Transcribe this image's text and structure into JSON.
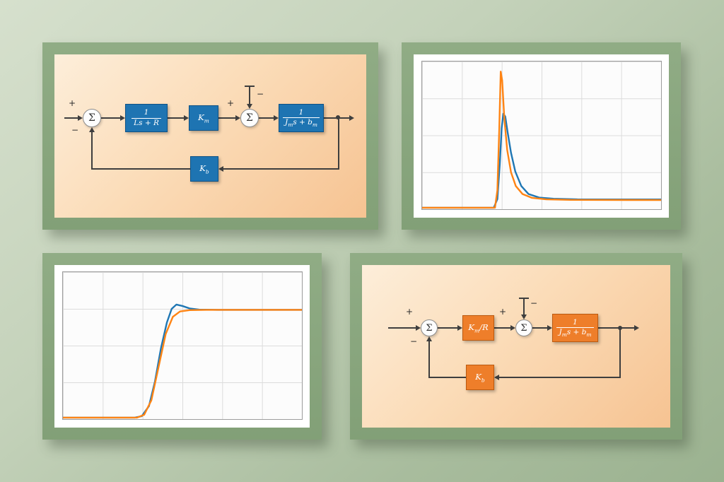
{
  "symbols": {
    "sigma": "Σ",
    "plus": "+",
    "minus": "−"
  },
  "colors": {
    "panel_frame": "#89a67e",
    "block_blue": "#1e74b2",
    "block_orange": "#ee7e2a",
    "curve_blue": "#1f77b4",
    "curve_orange": "#ff8414"
  },
  "diagram_full": {
    "electrical_block": {
      "num": "1",
      "den": "Ls + R"
    },
    "km_block": {
      "base": "K",
      "sub": "m"
    },
    "mech_block": {
      "num": "1",
      "den_j": "J",
      "den_j_sub": "m",
      "den_mid": "s + b",
      "den_b_sub": "m"
    },
    "kb_block": {
      "base": "K",
      "sub": "b"
    }
  },
  "diagram_simplified": {
    "kmr_block": {
      "base": "K",
      "sub": "m",
      "rest": "/R"
    },
    "mech_block": {
      "num": "1",
      "den_j": "J",
      "den_j_sub": "m",
      "den_mid": "s + b",
      "den_b_sub": "m"
    },
    "kb_block": {
      "base": "K",
      "sub": "b"
    }
  },
  "chart_data": [
    {
      "type": "line",
      "title": "",
      "xlabel": "",
      "ylabel": "",
      "xlim": [
        0,
        1
      ],
      "ylim": [
        0,
        1
      ],
      "grid": {
        "columns": 6,
        "rows": 4
      },
      "legend": "none",
      "series": [
        {
          "name": "blue-response",
          "color": "#1f77b4",
          "points": [
            [
              0,
              0
            ],
            [
              0.3,
              0
            ],
            [
              0.315,
              0.06
            ],
            [
              0.325,
              0.3
            ],
            [
              0.333,
              0.55
            ],
            [
              0.34,
              0.65
            ],
            [
              0.348,
              0.63
            ],
            [
              0.358,
              0.52
            ],
            [
              0.372,
              0.38
            ],
            [
              0.39,
              0.25
            ],
            [
              0.415,
              0.15
            ],
            [
              0.445,
              0.095
            ],
            [
              0.49,
              0.07
            ],
            [
              0.55,
              0.062
            ],
            [
              0.65,
              0.058
            ],
            [
              1,
              0.057
            ]
          ]
        },
        {
          "name": "orange-response",
          "color": "#ff8414",
          "points": [
            [
              0,
              0
            ],
            [
              0.305,
              0
            ],
            [
              0.315,
              0.12
            ],
            [
              0.323,
              0.55
            ],
            [
              0.329,
              0.94
            ],
            [
              0.335,
              0.88
            ],
            [
              0.344,
              0.62
            ],
            [
              0.356,
              0.4
            ],
            [
              0.372,
              0.245
            ],
            [
              0.392,
              0.15
            ],
            [
              0.42,
              0.095
            ],
            [
              0.46,
              0.068
            ],
            [
              0.52,
              0.058
            ],
            [
              0.62,
              0.054
            ],
            [
              1,
              0.053
            ]
          ]
        }
      ]
    },
    {
      "type": "line",
      "title": "",
      "xlabel": "",
      "ylabel": "",
      "xlim": [
        0,
        1
      ],
      "ylim": [
        0,
        1
      ],
      "grid": {
        "columns": 6,
        "rows": 4
      },
      "legend": "none",
      "series": [
        {
          "name": "blue-response",
          "color": "#1f77b4",
          "points": [
            [
              0,
              0
            ],
            [
              0.3,
              0
            ],
            [
              0.33,
              0.01
            ],
            [
              0.36,
              0.08
            ],
            [
              0.385,
              0.25
            ],
            [
              0.41,
              0.48
            ],
            [
              0.435,
              0.66
            ],
            [
              0.455,
              0.755
            ],
            [
              0.475,
              0.785
            ],
            [
              0.5,
              0.775
            ],
            [
              0.53,
              0.758
            ],
            [
              0.57,
              0.75
            ],
            [
              0.65,
              0.748
            ],
            [
              1,
              0.748
            ]
          ]
        },
        {
          "name": "orange-response",
          "color": "#ff8414",
          "points": [
            [
              0,
              0
            ],
            [
              0.31,
              0
            ],
            [
              0.34,
              0.02
            ],
            [
              0.37,
              0.12
            ],
            [
              0.4,
              0.35
            ],
            [
              0.43,
              0.58
            ],
            [
              0.46,
              0.7
            ],
            [
              0.49,
              0.737
            ],
            [
              0.53,
              0.746
            ],
            [
              0.6,
              0.748
            ],
            [
              1,
              0.748
            ]
          ]
        }
      ]
    }
  ]
}
